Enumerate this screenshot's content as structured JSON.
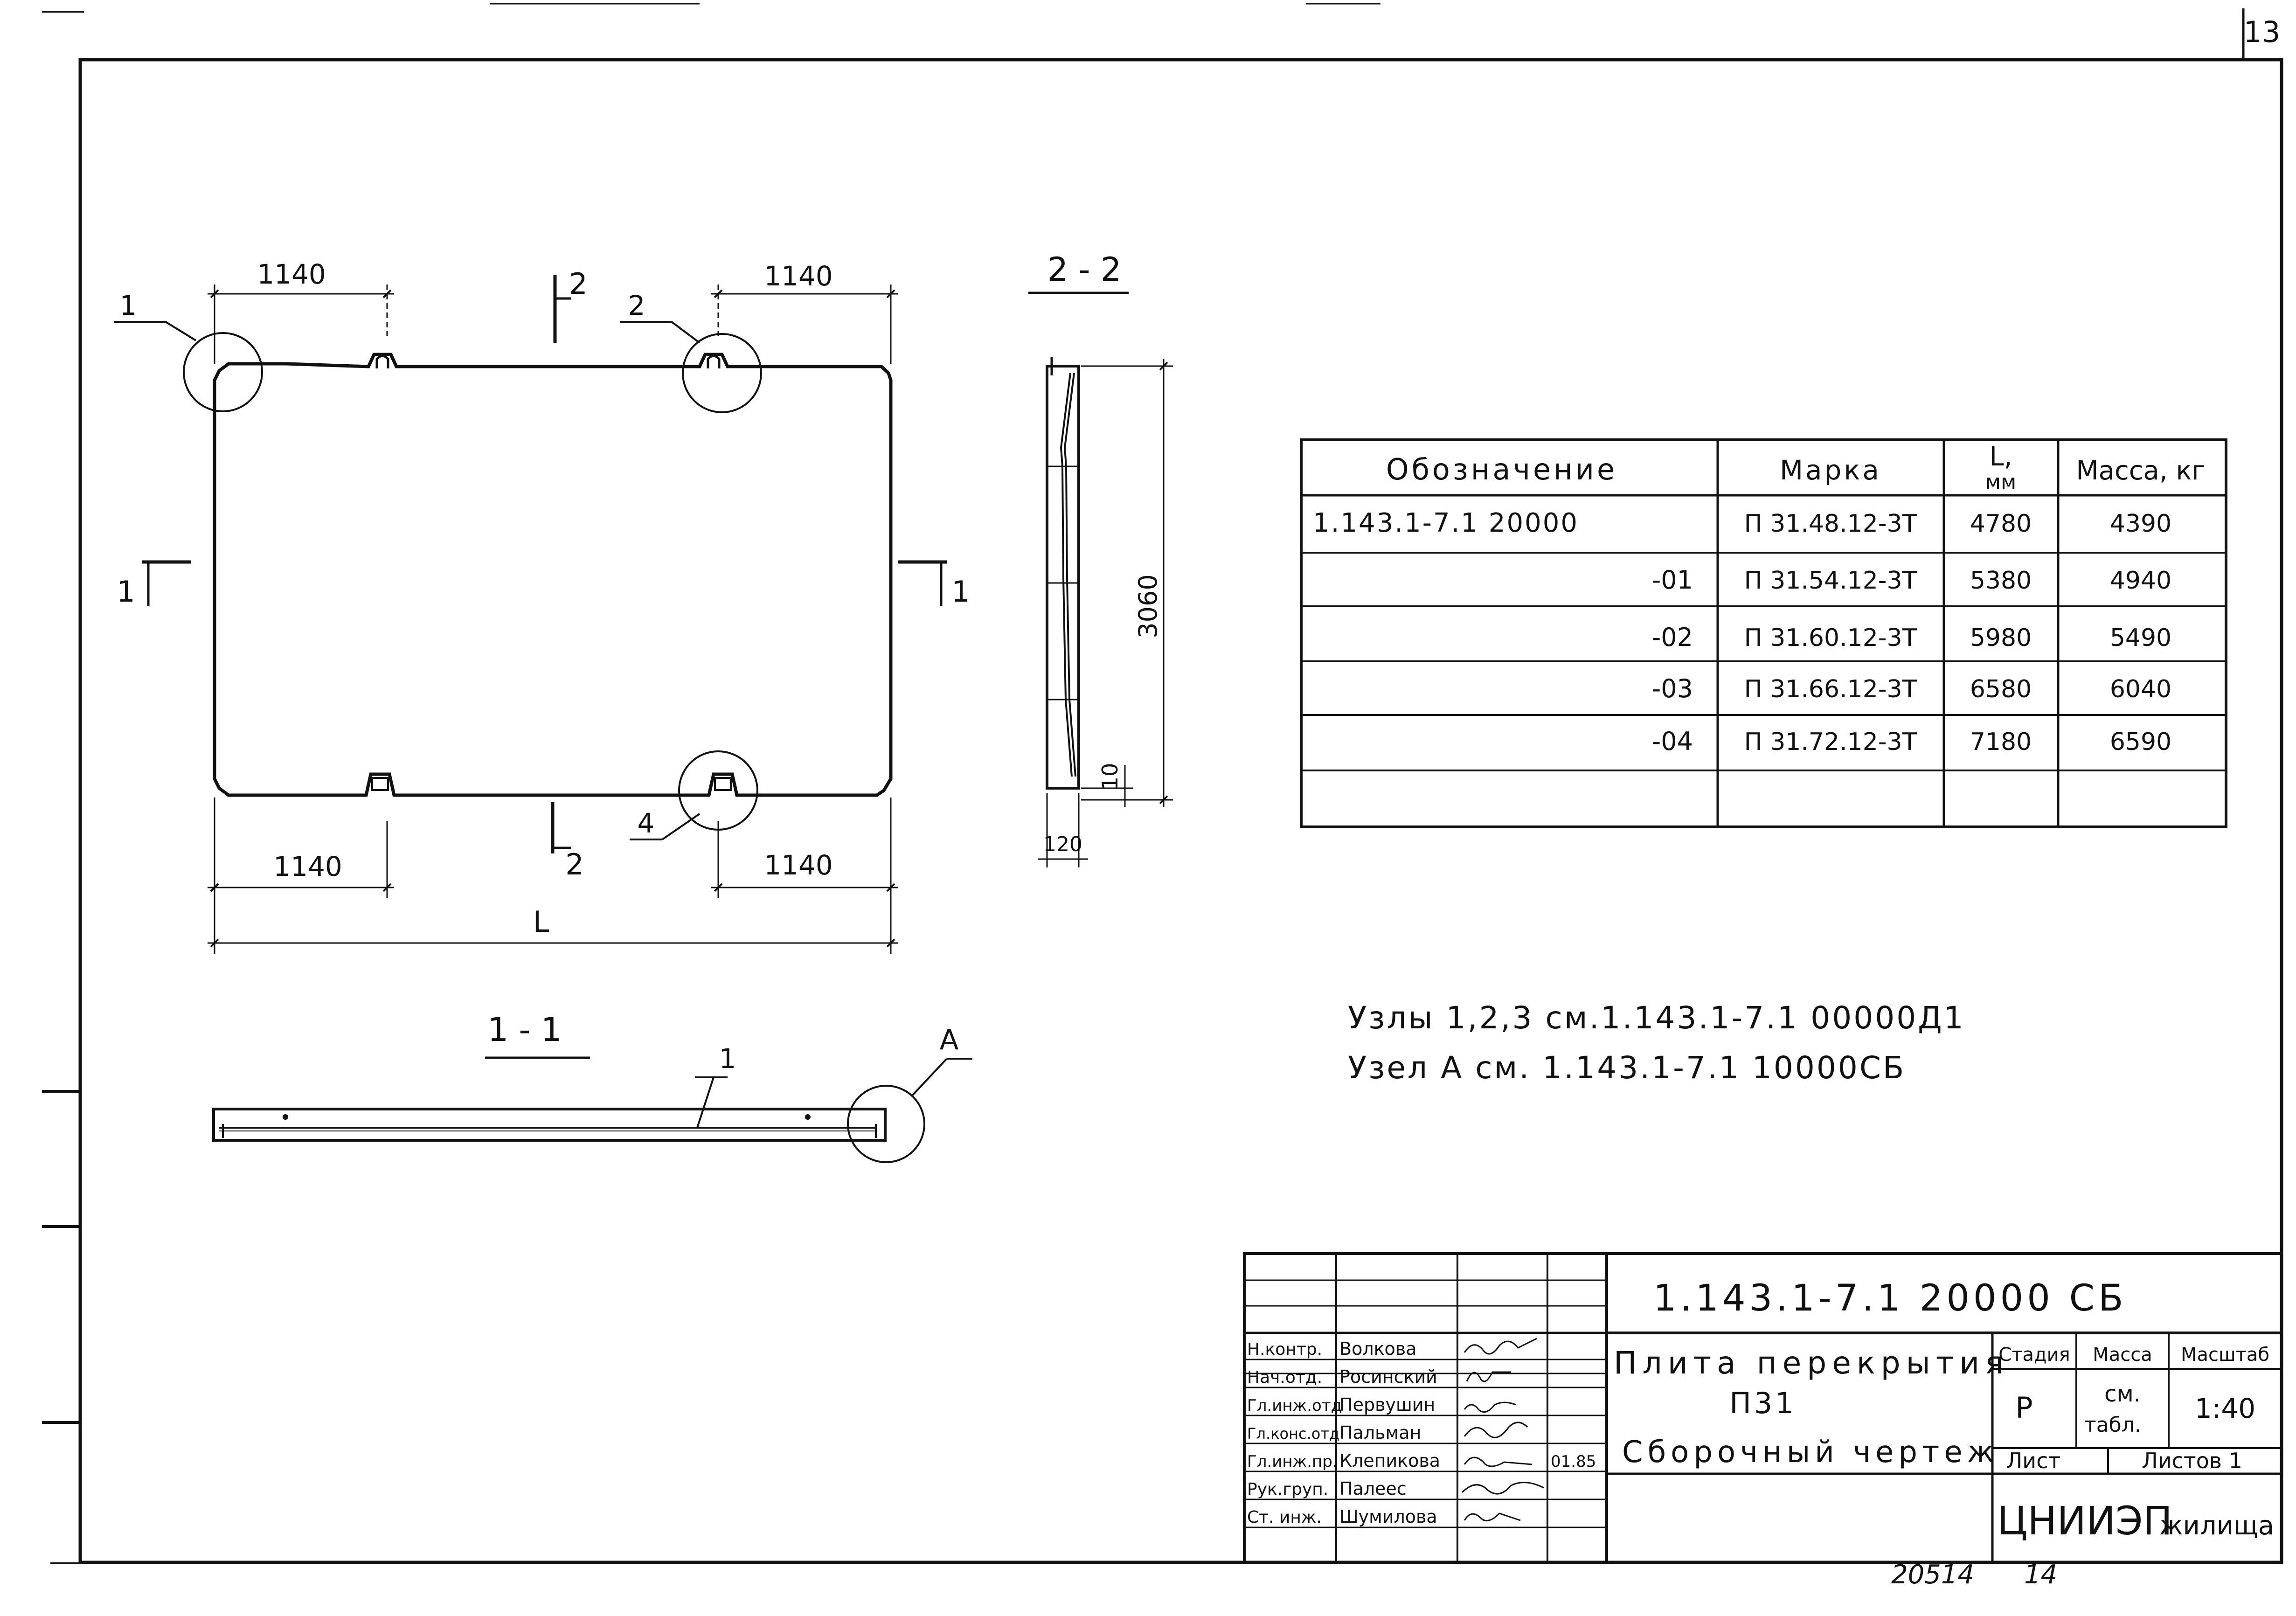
{
  "sheet_number": "13",
  "plan": {
    "dim_left_top": "1140",
    "dim_right_top": "1140",
    "dim_left_bottom": "1140",
    "dim_right_bottom": "1140",
    "dim_length": "L",
    "callout_1": "1",
    "callout_2": "2",
    "callout_4": "4",
    "section_2_top": "2",
    "section_2_bottom": "2",
    "section_1_left": "1",
    "section_1_right": "1"
  },
  "section_2_2": {
    "title": "2 - 2",
    "dim_height": "3060",
    "dim_small": "10",
    "dim_width": "120"
  },
  "section_1_1": {
    "title": "1 - 1",
    "callout_1": "1",
    "callout_A": "A"
  },
  "table": {
    "headers": [
      "Обозначение",
      "Марка",
      "L,\nмм",
      "Масса, кг"
    ],
    "header_L_top": "L,",
    "header_L_bottom": "мм",
    "rows": [
      [
        "1.143.1-7.1 20000",
        "П 31.48.12-3Т",
        "4780",
        "4390"
      ],
      [
        "-01",
        "П 31.54.12-3Т",
        "5380",
        "4940"
      ],
      [
        "-02",
        "П 31.60.12-3Т",
        "5980",
        "5490"
      ],
      [
        "-03",
        "П 31.66.12-3Т",
        "6580",
        "6040"
      ],
      [
        "-04",
        "П 31.72.12-3Т",
        "7180",
        "6590"
      ],
      [
        "",
        "",
        "",
        ""
      ]
    ]
  },
  "notes": {
    "line1": "Узлы 1,2,3 см.1.143.1-7.1 00000Д1",
    "line2": "Узел А см. 1.143.1-7.1 10000СБ"
  },
  "title_block": {
    "doc_code": "1.143.1-7.1 20000 СБ",
    "roles": [
      {
        "role": "Н.контр.",
        "name": "Волкова"
      },
      {
        "role": "Нач.отд.",
        "name": "Росинский"
      },
      {
        "role": "Гл.инж.отд",
        "name": "Первушин"
      },
      {
        "role": "Гл.конс.отд",
        "name": "Пальман"
      },
      {
        "role": "Гл.инж.пр.",
        "name": "Клепикова",
        "date": "01.85"
      },
      {
        "role": "Рук.груп.",
        "name": "Палеес"
      },
      {
        "role": "Ст. инж.",
        "name": "Шумилова"
      }
    ],
    "title_line1": "Плита перекрытия",
    "title_line2": "П31",
    "title_line3": "Сборочный чертеж",
    "stage_label": "Стадия",
    "mass_label": "Масса",
    "scale_label": "Масштаб",
    "stage_value": "Р",
    "mass_value_1": "см.",
    "mass_value_2": "табл.",
    "scale_value": "1:40",
    "sheet_label": "Лист",
    "sheets_label": "Листов 1",
    "org": "ЦНИИЭП",
    "org_suffix": "жилища"
  },
  "footer": {
    "inventory": "20514",
    "page": "14"
  }
}
